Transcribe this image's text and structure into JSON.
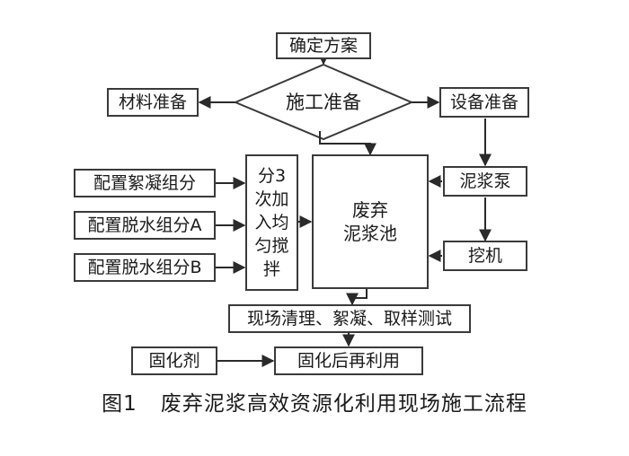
{
  "nodes": {
    "confirm_plan": "确定方案",
    "construction_prep": "施工准备",
    "material_prep": "材料准备",
    "equipment_prep": "设备准备",
    "flocculant": "配置絮凝组分",
    "dewater_a": "配置脱水组分A",
    "dewater_b": "配置脱水组分B",
    "add_mix": [
      "分3",
      "次加",
      "入均",
      "匀搅",
      "拌"
    ],
    "pool": [
      "废弃",
      "泥浆池"
    ],
    "slurry_pump": "泥浆泵",
    "excavator": "挖机",
    "site_ops": "现场清理、絮凝、取样测试",
    "curing_agent": "固化剂",
    "reuse": "固化后再利用"
  },
  "caption": {
    "number": "图1",
    "title": "废弃泥浆高效资源化利用现场施工流程"
  }
}
